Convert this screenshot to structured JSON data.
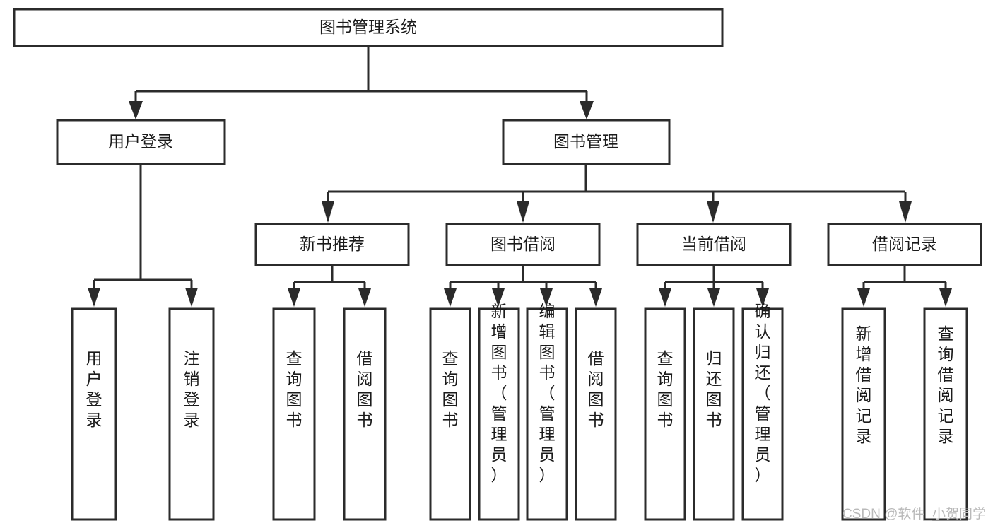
{
  "diagram": {
    "type": "tree",
    "title_node": "图书管理系统",
    "root": {
      "id": "root",
      "label": "图书管理系统"
    },
    "level1": [
      {
        "id": "user-login",
        "label": "用户登录"
      },
      {
        "id": "book-manage",
        "label": "图书管理"
      }
    ],
    "level2": [
      {
        "id": "new-book-recommend",
        "label": "新书推荐",
        "parent": "book-manage"
      },
      {
        "id": "book-borrow",
        "label": "图书借阅",
        "parent": "book-manage"
      },
      {
        "id": "current-borrow",
        "label": "当前借阅",
        "parent": "book-manage"
      },
      {
        "id": "borrow-record",
        "label": "借阅记录",
        "parent": "book-manage"
      }
    ],
    "leaves": {
      "user_login": [
        {
          "id": "leaf-user-login",
          "label": "用户登录"
        },
        {
          "id": "leaf-logout-login",
          "label": "注销登录"
        }
      ],
      "new_book_recommend": [
        {
          "id": "leaf-query-book-1",
          "label": "查询图书"
        },
        {
          "id": "leaf-borrow-book-1",
          "label": "借阅图书"
        }
      ],
      "book_borrow": [
        {
          "id": "leaf-query-book-2",
          "label": "查询图书"
        },
        {
          "id": "leaf-add-book",
          "label": "新增图书（管理员）"
        },
        {
          "id": "leaf-edit-book",
          "label": "编辑图书（管理员）"
        },
        {
          "id": "leaf-borrow-book-2",
          "label": "借阅图书"
        }
      ],
      "current_borrow": [
        {
          "id": "leaf-query-book-3",
          "label": "查询图书"
        },
        {
          "id": "leaf-return-book",
          "label": "归还图书"
        },
        {
          "id": "leaf-confirm-return",
          "label": "确认归还（管理员）"
        }
      ],
      "borrow_record": [
        {
          "id": "leaf-add-record",
          "label": "新增借阅记录"
        },
        {
          "id": "leaf-query-record",
          "label": "查询借阅记录"
        }
      ]
    }
  },
  "watermark": {
    "text": "CSDN @软件_小贺同学"
  },
  "colors": {
    "background": "#ffffff",
    "box_fill": "#ffffff",
    "box_stroke": "#2b2b2b",
    "text": "#1b1b1b",
    "edge": "#2b2b2b",
    "watermark": "#b9b9b9"
  }
}
